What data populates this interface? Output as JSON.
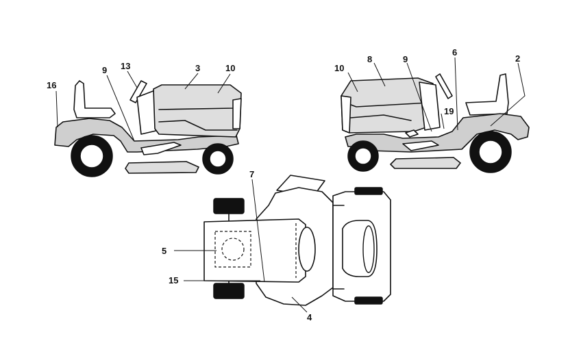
{
  "callouts": {
    "left_view": {
      "c16": "16",
      "c9": "9",
      "c13": "13",
      "c3": "3",
      "c10": "10"
    },
    "right_view": {
      "c10": "10",
      "c8": "8",
      "c9": "9",
      "c6": "6",
      "c2": "2",
      "c19": "19"
    },
    "top_view": {
      "c7": "7",
      "c5": "5",
      "c15": "15",
      "c4": "4"
    }
  }
}
